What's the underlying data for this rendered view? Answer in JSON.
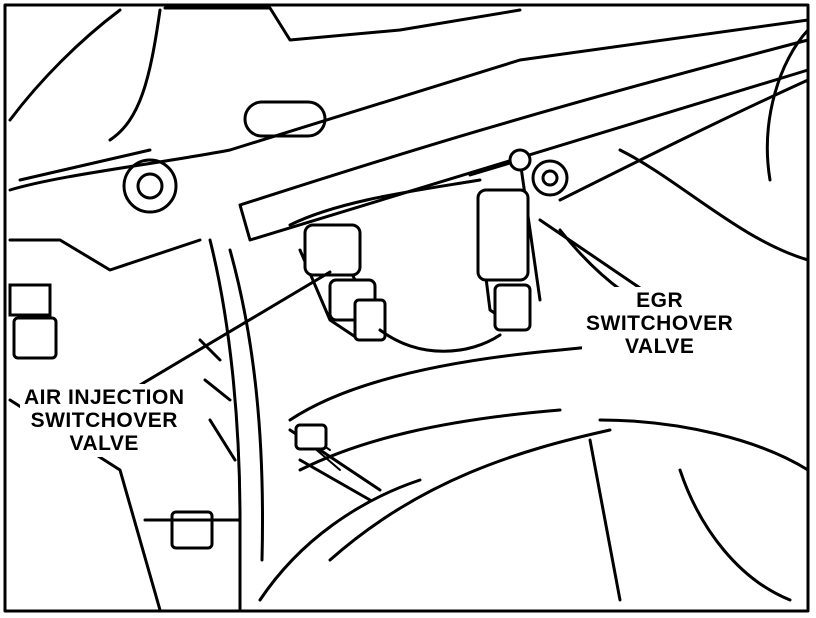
{
  "callouts": {
    "air_injection": {
      "lines": [
        "AIR INJECTION",
        "SWITCHOVER",
        "VALVE"
      ]
    },
    "egr": {
      "lines": [
        "EGR",
        "SWITCHOVER",
        "VALVE"
      ]
    }
  },
  "colors": {
    "ink": "#000000",
    "paper": "#ffffff"
  }
}
